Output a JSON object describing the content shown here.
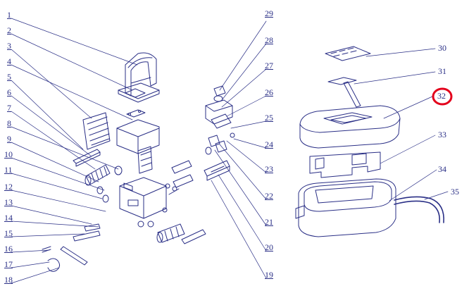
{
  "diagram": {
    "colors": {
      "ink": "#2a2f86",
      "highlight": "#e3001b"
    },
    "labels": {
      "n1": "1",
      "n2": "2",
      "n3": "3",
      "n4": "4",
      "n5": "5",
      "n6": "6",
      "n7": "7",
      "n8": "8",
      "n9": "9",
      "n10": "10",
      "n11": "11",
      "n12": "12",
      "n13": "13",
      "n14": "14",
      "n15": "15",
      "n16": "16",
      "n17": "17",
      "n18": "18",
      "n19": "19",
      "n20": "20",
      "n21": "21",
      "n22": "22",
      "n23": "23",
      "n24": "24",
      "n25": "25",
      "n26": "26",
      "n27": "27",
      "n28": "28",
      "n29": "29",
      "n30": "30",
      "n31": "31",
      "n32": "32",
      "n33": "33",
      "n34": "34",
      "n35": "35"
    },
    "highlighted_part": "32"
  }
}
